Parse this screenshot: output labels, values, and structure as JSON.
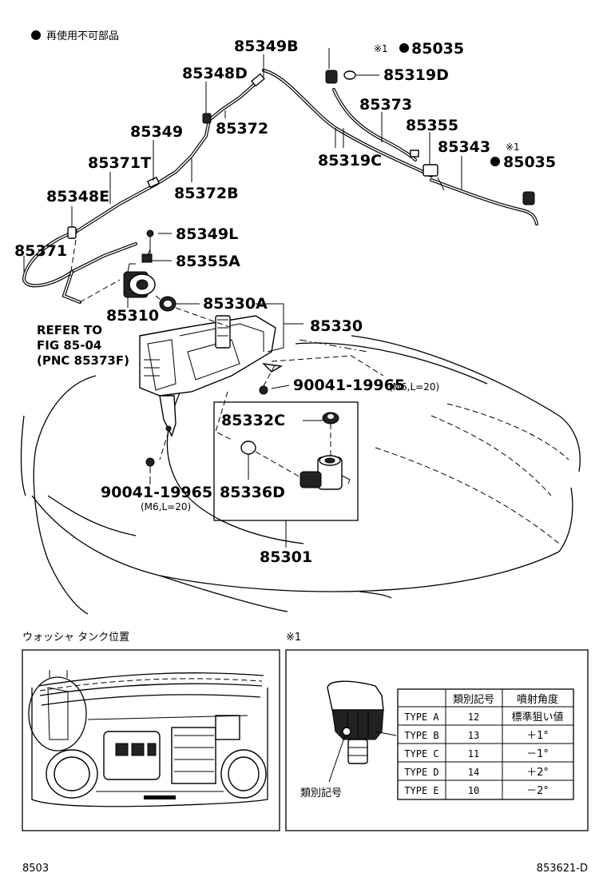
{
  "legend": {
    "text": "再使用不可部品"
  },
  "parts": {
    "p85349B": "85349B",
    "p85348D": "85348D",
    "p85349": "85349",
    "p85372": "85372",
    "p85371T": "85371T",
    "p85372B": "85372B",
    "p85348E": "85348E",
    "p85349L": "85349L",
    "p85371": "85371",
    "p85355A": "85355A",
    "p85310": "85310",
    "p85330A": "85330A",
    "p85330": "85330",
    "p85035a": "85035",
    "p85319D": "85319D",
    "p85373": "85373",
    "p85355": "85355",
    "p85343": "85343",
    "p85319C": "85319C",
    "p85035b": "85035",
    "p90041a": "90041-19965",
    "p90041a_spec": "(M6,L=20)",
    "p85332C": "85332C",
    "p85336D": "85336D",
    "p90041b": "90041-19965",
    "p90041b_spec": "(M6,L=20)",
    "p85301": "85301"
  },
  "marks": {
    "note_mark": "※1"
  },
  "refer": {
    "line1": "REFER TO",
    "line2": "FIG 85-04",
    "line3": "(PNC 85373F)"
  },
  "tank_location": {
    "title": "ウォッシャ タンク位置"
  },
  "nozzle_panel": {
    "title": "※1",
    "caption": "類別記号",
    "table": {
      "headers": [
        "",
        "類別記号",
        "噴射角度"
      ],
      "rows": [
        [
          "TYPE A",
          "12",
          "標準狙い値"
        ],
        [
          "TYPE B",
          "13",
          "＋1°"
        ],
        [
          "TYPE C",
          "11",
          "－1°"
        ],
        [
          "TYPE D",
          "14",
          "＋2°"
        ],
        [
          "TYPE E",
          "10",
          "－2°"
        ]
      ]
    }
  },
  "footer": {
    "left": "8503",
    "right": "853621-D"
  }
}
